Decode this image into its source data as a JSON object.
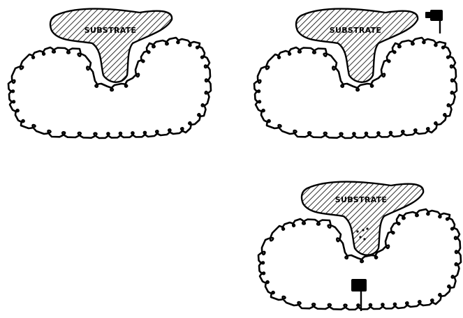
{
  "panels": [
    {
      "label": "SUBSTRATE",
      "modifier": "none"
    },
    {
      "label": "SUBSTRATE",
      "modifier": "near-active-site"
    },
    {
      "label": "SUBSTRATE",
      "modifier": "distant-site"
    }
  ]
}
